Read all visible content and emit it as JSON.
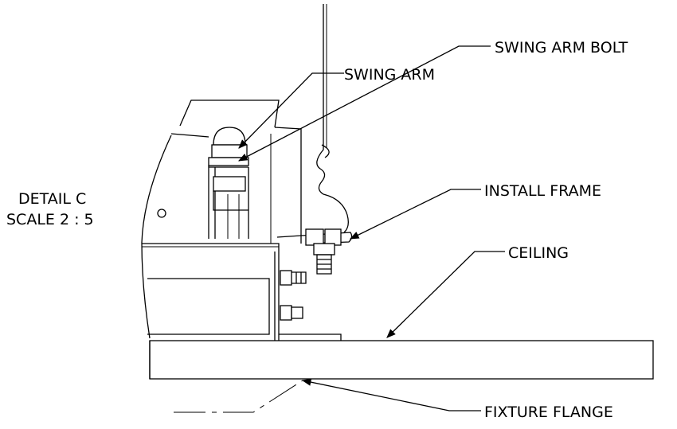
{
  "detail": {
    "title": "DETAIL C",
    "scale": "SCALE 2 : 5"
  },
  "callouts": {
    "swing_arm_bolt": "SWING ARM BOLT",
    "swing_arm": "SWING ARM",
    "install_frame": "INSTALL FRAME",
    "ceiling": "CEILING",
    "fixture_flange": "FIXTURE FLANGE"
  }
}
